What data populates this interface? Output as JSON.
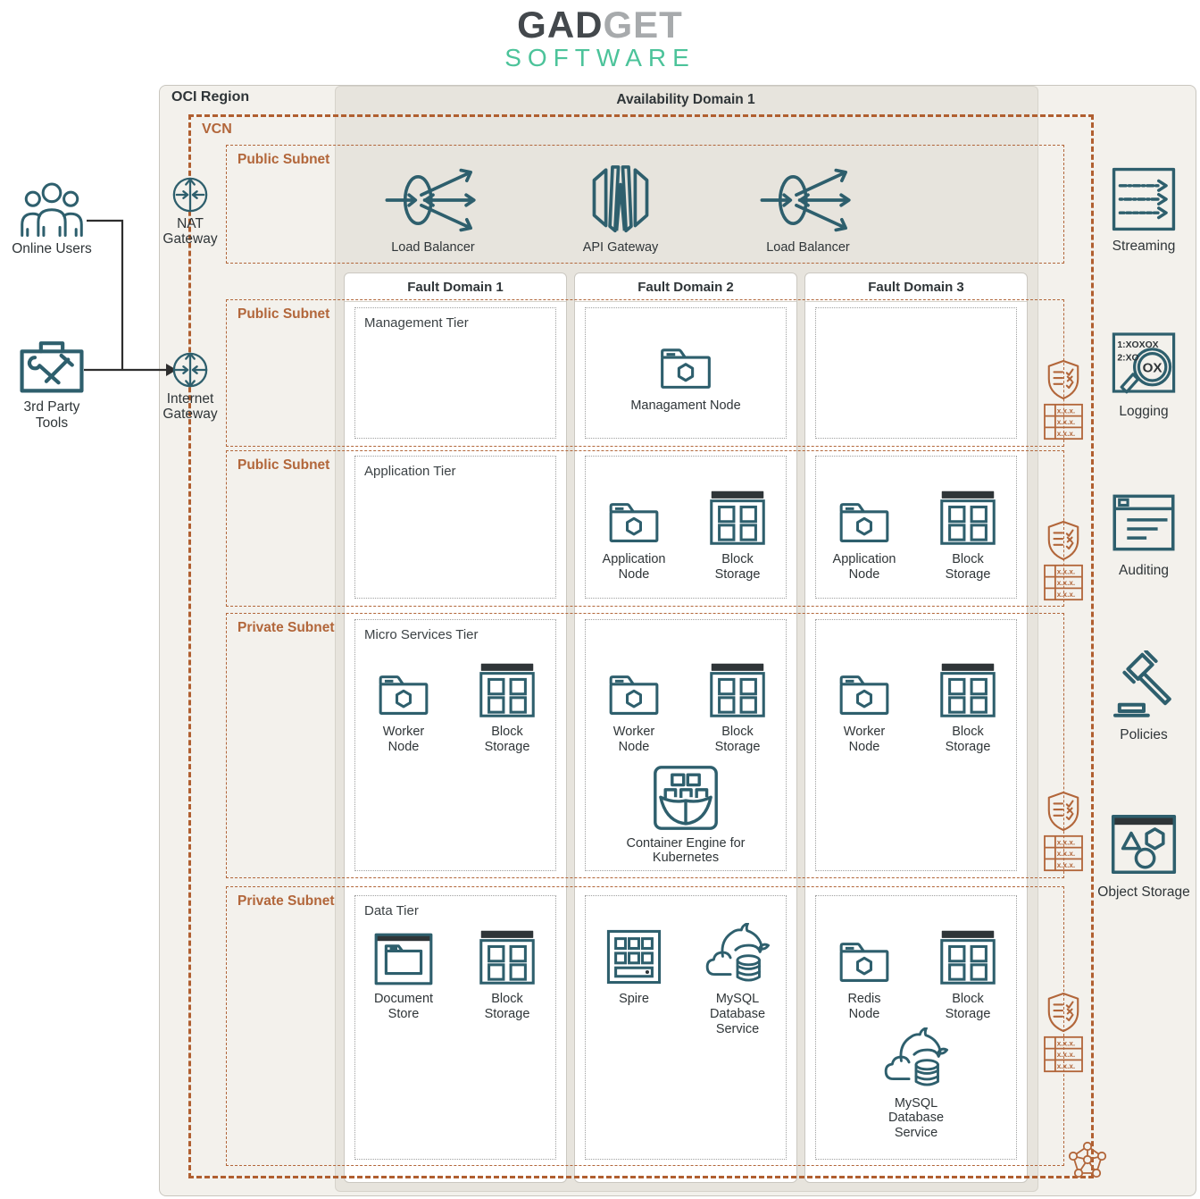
{
  "logo": {
    "part1": "GAD",
    "part2": "GET",
    "subtitle": "SOFTWARE"
  },
  "region": {
    "label": "OCI Region"
  },
  "availability_domain": {
    "label": "Availability Domain 1"
  },
  "vcn": {
    "label": "VCN"
  },
  "external": {
    "online_users": "Online Users",
    "third_party_tools": "3rd Party Tools"
  },
  "gateways": {
    "nat": "NAT\nGateway",
    "internet": "Internet\nGateway"
  },
  "top_row": {
    "load_balancer_left": "Load Balancer",
    "api_gateway": "API Gateway",
    "load_balancer_right": "Load Balancer"
  },
  "subnets": [
    {
      "label": "Public Subnet"
    },
    {
      "label": "Public Subnet"
    },
    {
      "label": "Public Subnet"
    },
    {
      "label": "Private Subnet"
    },
    {
      "label": "Private Subnet"
    }
  ],
  "fault_domains": [
    {
      "label": "Fault Domain 1"
    },
    {
      "label": "Fault Domain 2"
    },
    {
      "label": "Fault Domain 3"
    }
  ],
  "tiers": {
    "management": "Management Tier",
    "application": "Application Tier",
    "micro_services": "Micro Services Tier",
    "data": "Data Tier"
  },
  "nodes": {
    "management_node": "Managament Node",
    "application_node": "Application\nNode",
    "worker_node": "Worker\nNode",
    "block_storage": "Block\nStorage",
    "kubernetes": "Container Engine for\nKubernetes",
    "document_store": "Document\nStore",
    "spire": "Spire",
    "mysql": "MySQL\nDatabase\nService",
    "redis_node": "Redis\nNode"
  },
  "right_rail": [
    {
      "label": "Streaming"
    },
    {
      "label": "Logging"
    },
    {
      "label": "Auditing"
    },
    {
      "label": "Policies"
    },
    {
      "label": "Object Storage"
    }
  ],
  "icon_text": {
    "logging_line1": "1:XOXOX",
    "logging_line2": "2:XO",
    "logging_magnifier": "OX",
    "route_row": "x.x.x."
  },
  "colors": {
    "icon_teal": "#2e5f6d",
    "diagram_orange": "#b2663a",
    "vcn_border": "#b05f30",
    "logo_teal": "#4cc39a",
    "logo_dark": "#43484c",
    "logo_gray": "#a7aaac",
    "region_bg": "#f3f1ec",
    "ad_bg": "#e7e4dd"
  }
}
